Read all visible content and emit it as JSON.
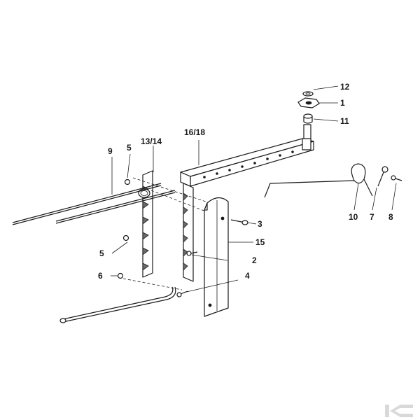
{
  "callouts": [
    {
      "id": "label-1",
      "text": "1"
    },
    {
      "id": "label-2",
      "text": "2"
    },
    {
      "id": "label-3",
      "text": "3"
    },
    {
      "id": "label-4",
      "text": "4"
    },
    {
      "id": "label-5a",
      "text": "5"
    },
    {
      "id": "label-5b",
      "text": "5"
    },
    {
      "id": "label-6",
      "text": "6"
    },
    {
      "id": "label-7",
      "text": "7"
    },
    {
      "id": "label-8",
      "text": "8"
    },
    {
      "id": "label-9",
      "text": "9"
    },
    {
      "id": "label-10",
      "text": "10"
    },
    {
      "id": "label-11",
      "text": "11"
    },
    {
      "id": "label-12",
      "text": "12"
    },
    {
      "id": "label-13-14",
      "text": "13/14"
    },
    {
      "id": "label-15",
      "text": "15"
    },
    {
      "id": "label-16-18",
      "text": "16/18"
    }
  ],
  "colors": {
    "ink": "#1a1a1a",
    "background": "#ffffff",
    "watermark": "#d9d9d9"
  }
}
